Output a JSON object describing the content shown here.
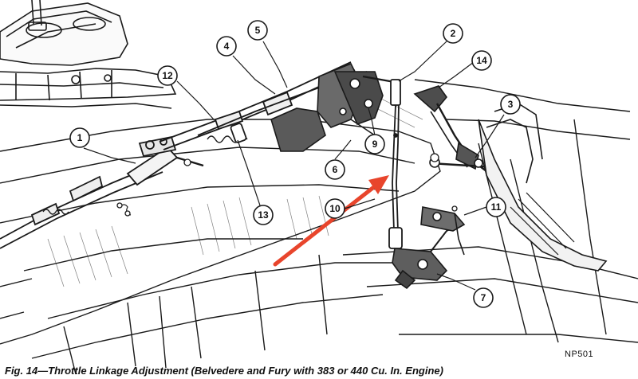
{
  "figure": {
    "plate_code": "NP501",
    "caption": "Fig. 14—Throttle Linkage Adjustment (Belvedere and Fury with 383 or 440 Cu. In. Engine)",
    "arrow_color": "#e8452c",
    "line_color": "#1a1a1a"
  },
  "callouts": [
    "1",
    "2",
    "3",
    "4",
    "5",
    "6",
    "7",
    "9",
    "10",
    "11",
    "12",
    "13",
    "14"
  ]
}
